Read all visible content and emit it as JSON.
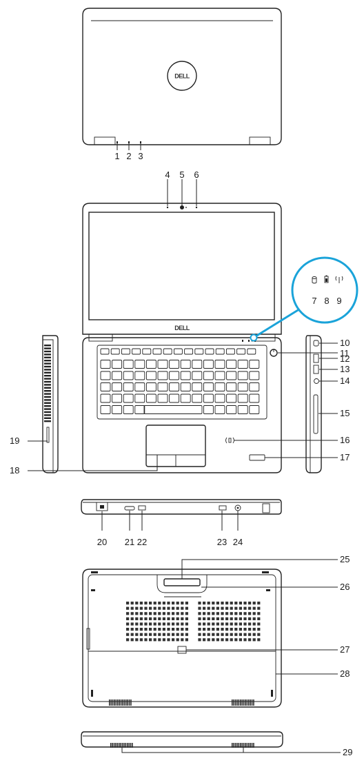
{
  "diagram": {
    "brand_logo": "DELL",
    "callouts": [
      {
        "n": "1",
        "label": "1"
      },
      {
        "n": "2",
        "label": "2"
      },
      {
        "n": "3",
        "label": "3"
      },
      {
        "n": "4",
        "label": "4"
      },
      {
        "n": "5",
        "label": "5"
      },
      {
        "n": "6",
        "label": "6"
      },
      {
        "n": "7",
        "label": "7"
      },
      {
        "n": "8",
        "label": "8"
      },
      {
        "n": "9",
        "label": "9"
      },
      {
        "n": "10",
        "label": "10"
      },
      {
        "n": "11",
        "label": "11"
      },
      {
        "n": "12",
        "label": "12"
      },
      {
        "n": "13",
        "label": "13"
      },
      {
        "n": "14",
        "label": "14"
      },
      {
        "n": "15",
        "label": "15"
      },
      {
        "n": "16",
        "label": "16"
      },
      {
        "n": "17",
        "label": "17"
      },
      {
        "n": "18",
        "label": "18"
      },
      {
        "n": "19",
        "label": "19"
      },
      {
        "n": "20",
        "label": "20"
      },
      {
        "n": "21",
        "label": "21"
      },
      {
        "n": "22",
        "label": "22"
      },
      {
        "n": "23",
        "label": "23"
      },
      {
        "n": "24",
        "label": "24"
      },
      {
        "n": "25",
        "label": "25"
      },
      {
        "n": "26",
        "label": "26"
      },
      {
        "n": "27",
        "label": "27"
      },
      {
        "n": "28",
        "label": "28"
      },
      {
        "n": "29",
        "label": "29"
      }
    ],
    "colors": {
      "line": "#222222",
      "accent": "#1aa3d9"
    }
  }
}
